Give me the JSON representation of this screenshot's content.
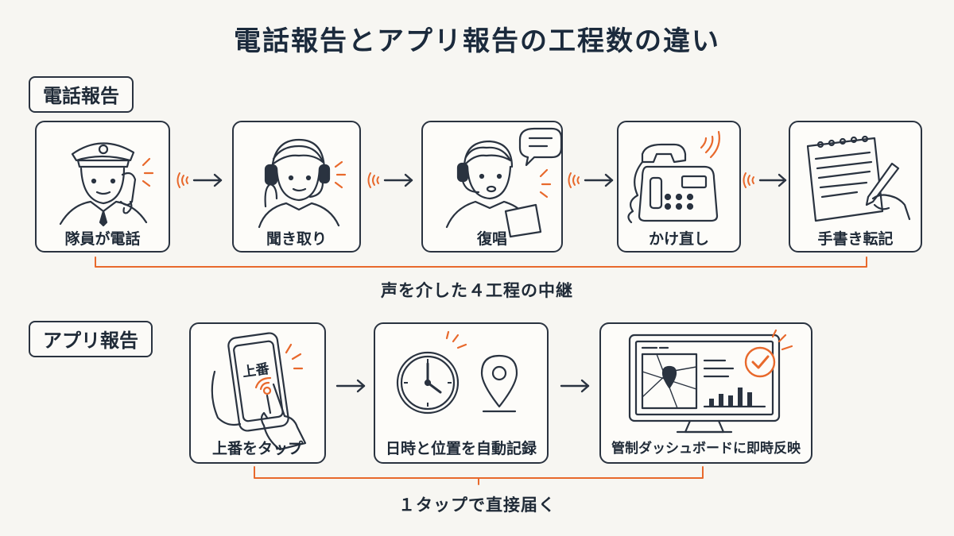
{
  "title": "電話報告とアプリ報告の工程数の違い",
  "colors": {
    "accent": "#e8692c",
    "ink": "#2a3340",
    "background": "#f7f6f2"
  },
  "phone": {
    "label": "電話報告",
    "steps": [
      {
        "label": "隊員が電話",
        "icon": "officer-calling-icon"
      },
      {
        "label": "聞き取り",
        "icon": "operator-headset-icon"
      },
      {
        "label": "復唱",
        "icon": "operator-speaking-icon"
      },
      {
        "label": "かけ直し",
        "icon": "desk-phone-icon"
      },
      {
        "label": "手書き転記",
        "icon": "handwriting-notepad-icon"
      }
    ],
    "summary": "声を介した４工程の中継"
  },
  "app": {
    "label": "アプリ報告",
    "steps": [
      {
        "label": "上番をタップ",
        "icon": "smartphone-tap-icon",
        "screen_text": "上番"
      },
      {
        "label": "日時と位置を自動記録",
        "icon": "clock-and-pin-icon"
      },
      {
        "label": "管制ダッシュボードに即時反映",
        "icon": "dashboard-monitor-icon"
      }
    ],
    "summary": "１タップで直接届く"
  }
}
